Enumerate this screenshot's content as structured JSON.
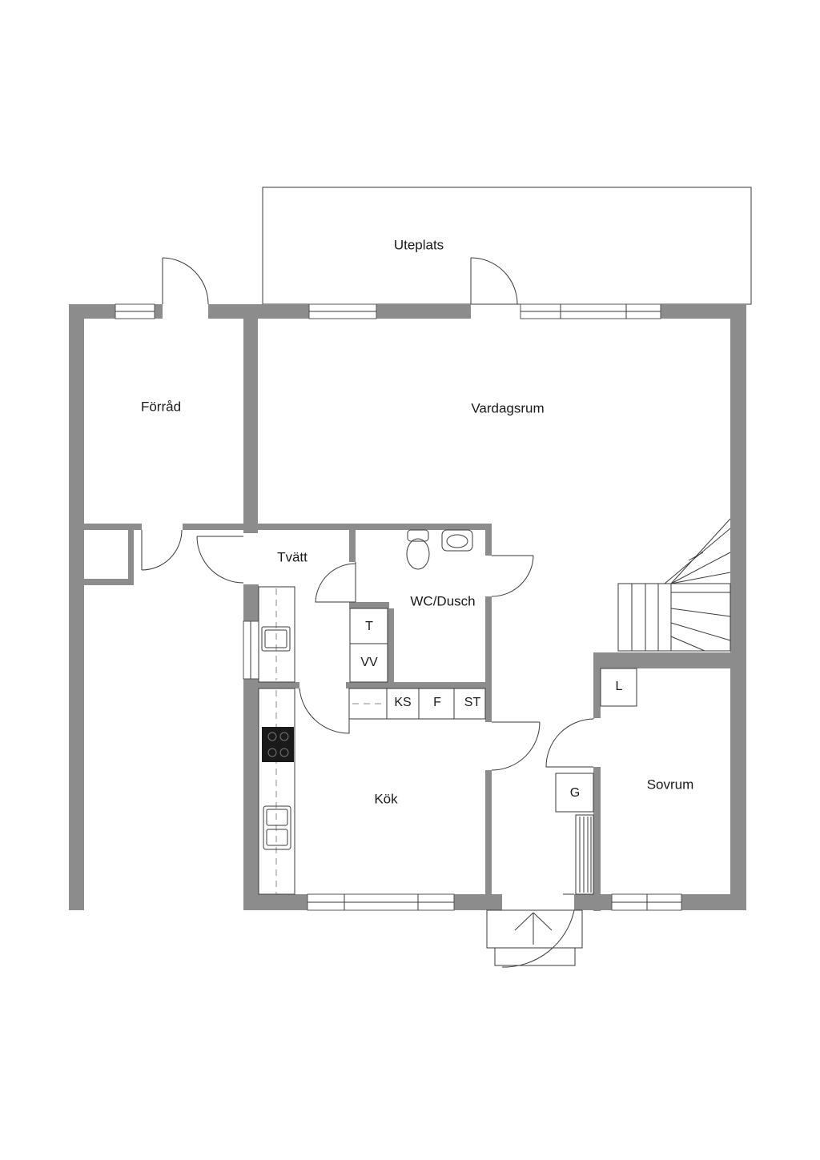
{
  "rooms": {
    "uteplats": "Uteplats",
    "forrad": "Förråd",
    "vardagsrum": "Vardagsrum",
    "tvatt": "Tvätt",
    "wc_dusch": "WC/Dusch",
    "kok": "Kök",
    "sovrum": "Sovrum"
  },
  "fixtures": {
    "t": "T",
    "vv": "VV",
    "ks": "KS",
    "f": "F",
    "st": "ST",
    "l": "L",
    "g": "G"
  },
  "colors": {
    "wall": "#8c8c8c",
    "line": "#3a3a3a",
    "background": "#ffffff"
  }
}
